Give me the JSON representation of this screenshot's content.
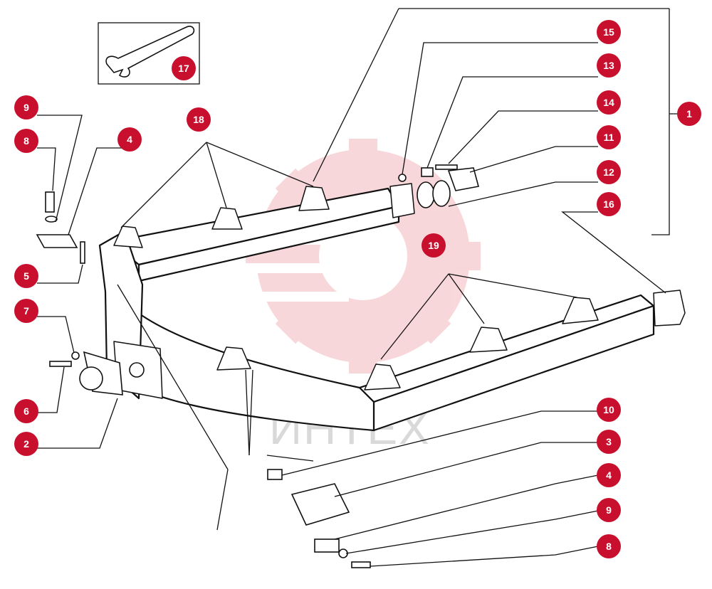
{
  "watermark": {
    "text": "ИНТЕХ",
    "color": "#f3b8bc"
  },
  "callout_color": "#c8102e",
  "callouts": {
    "c1": "1",
    "c2": "2",
    "c3": "3",
    "c4a": "4",
    "c4b": "4",
    "c5": "5",
    "c6": "6",
    "c7": "7",
    "c8a": "8",
    "c8b": "8",
    "c9a": "9",
    "c9b": "9",
    "c10": "10",
    "c11": "11",
    "c12": "12",
    "c13": "13",
    "c14": "14",
    "c15": "15",
    "c16": "16",
    "c17": "17",
    "c18": "18",
    "c19": "19"
  }
}
